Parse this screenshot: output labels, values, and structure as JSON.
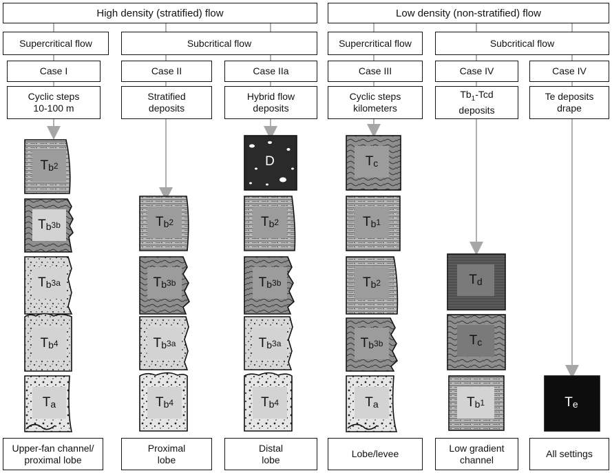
{
  "headers": {
    "high_density": "High density (stratified) flow",
    "low_density": "Low density (non-stratified) flow"
  },
  "flow_regimes": [
    "Supercritical flow",
    "Subcritical flow",
    "Supercritical flow",
    "Subcritical flow"
  ],
  "cases": [
    "Case I",
    "Case II",
    "Case IIa",
    "Case III",
    "Case IV",
    "Case IV"
  ],
  "descriptions": [
    "Cyclic steps\n10-100 m",
    "Stratified\ndeposits",
    "Hybrid flow\ndeposits",
    "Cyclic steps\nkilometers",
    "Tb1-Tcd\ndeposits",
    "Te deposits\ndrape"
  ],
  "settings": [
    "Upper-fan channel/\nproximal lobe",
    "Proximal\nlobe",
    "Distal\nlobe",
    "Lobe/levee",
    "Low gradient\nchannel",
    "All settings"
  ],
  "columns": [
    {
      "blocks": [
        {
          "main": "T",
          "sub": "b",
          "num": "2"
        },
        {
          "main": "T",
          "sub": "b",
          "num": "3b"
        },
        {
          "main": "T",
          "sub": "b",
          "num": "3a"
        },
        {
          "main": "T",
          "sub": "b",
          "num": "4"
        },
        {
          "main": "T",
          "sub": "a",
          "num": ""
        }
      ]
    },
    {
      "blocks": [
        {
          "main": "T",
          "sub": "b",
          "num": "2"
        },
        {
          "main": "T",
          "sub": "b",
          "num": "3b"
        },
        {
          "main": "T",
          "sub": "b",
          "num": "3a"
        },
        {
          "main": "T",
          "sub": "b",
          "num": "4"
        }
      ]
    },
    {
      "blocks": [
        {
          "main": "D",
          "sub": "",
          "num": ""
        },
        {
          "main": "T",
          "sub": "b",
          "num": "2"
        },
        {
          "main": "T",
          "sub": "b",
          "num": "3b"
        },
        {
          "main": "T",
          "sub": "b",
          "num": "3a"
        },
        {
          "main": "T",
          "sub": "b",
          "num": "4"
        }
      ]
    },
    {
      "blocks": [
        {
          "main": "T",
          "sub": "c",
          "num": ""
        },
        {
          "main": "T",
          "sub": "b",
          "num": "1"
        },
        {
          "main": "T",
          "sub": "b",
          "num": "2"
        },
        {
          "main": "T",
          "sub": "b",
          "num": "3b"
        },
        {
          "main": "T",
          "sub": "a",
          "num": ""
        }
      ]
    },
    {
      "blocks": [
        {
          "main": "T",
          "sub": "d",
          "num": ""
        },
        {
          "main": "T",
          "sub": "c",
          "num": ""
        },
        {
          "main": "T",
          "sub": "b",
          "num": "1"
        }
      ]
    },
    {
      "blocks": [
        {
          "main": "T",
          "sub": "e",
          "num": ""
        }
      ]
    }
  ]
}
